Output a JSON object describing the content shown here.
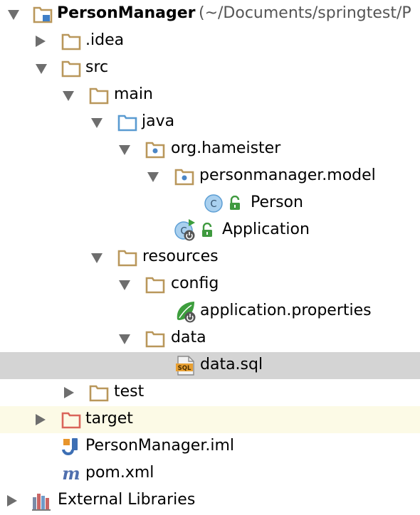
{
  "project_tree": {
    "root": {
      "label": "PersonManager",
      "path": "(~/Documents/springtest/P"
    },
    "items": [
      {
        "label": ".idea",
        "icon": "folder-icon"
      },
      {
        "label": "src",
        "icon": "folder-icon"
      },
      {
        "label": "main",
        "icon": "folder-icon"
      },
      {
        "label": "java",
        "icon": "source-folder-icon"
      },
      {
        "label": "org.hameister",
        "icon": "package-icon"
      },
      {
        "label": "personmanager.model",
        "icon": "package-icon"
      },
      {
        "label": "Person",
        "icon": "class-icon"
      },
      {
        "label": "Application",
        "icon": "spring-boot-class-icon"
      },
      {
        "label": "resources",
        "icon": "folder-icon"
      },
      {
        "label": "config",
        "icon": "folder-icon"
      },
      {
        "label": "application.properties",
        "icon": "spring-properties-icon"
      },
      {
        "label": "data",
        "icon": "folder-icon"
      },
      {
        "label": "data.sql",
        "icon": "sql-file-icon"
      },
      {
        "label": "test",
        "icon": "folder-icon"
      },
      {
        "label": "target",
        "icon": "excluded-folder-icon"
      },
      {
        "label": "PersonManager.iml",
        "icon": "iml-file-icon"
      },
      {
        "label": "pom.xml",
        "icon": "maven-icon"
      },
      {
        "label": "External Libraries",
        "icon": "libraries-icon"
      }
    ],
    "selected": "data.sql",
    "colors": {
      "folder": "#b9975b",
      "source_folder": "#5a9bd1",
      "excluded_folder": "#d9655a",
      "selection": "#d4d4d4",
      "excluded_row": "#fcfae6",
      "class_icon": "#7fb6df",
      "spring_green": "#3d9e3d",
      "lock_green": "#3f9a3f"
    }
  }
}
